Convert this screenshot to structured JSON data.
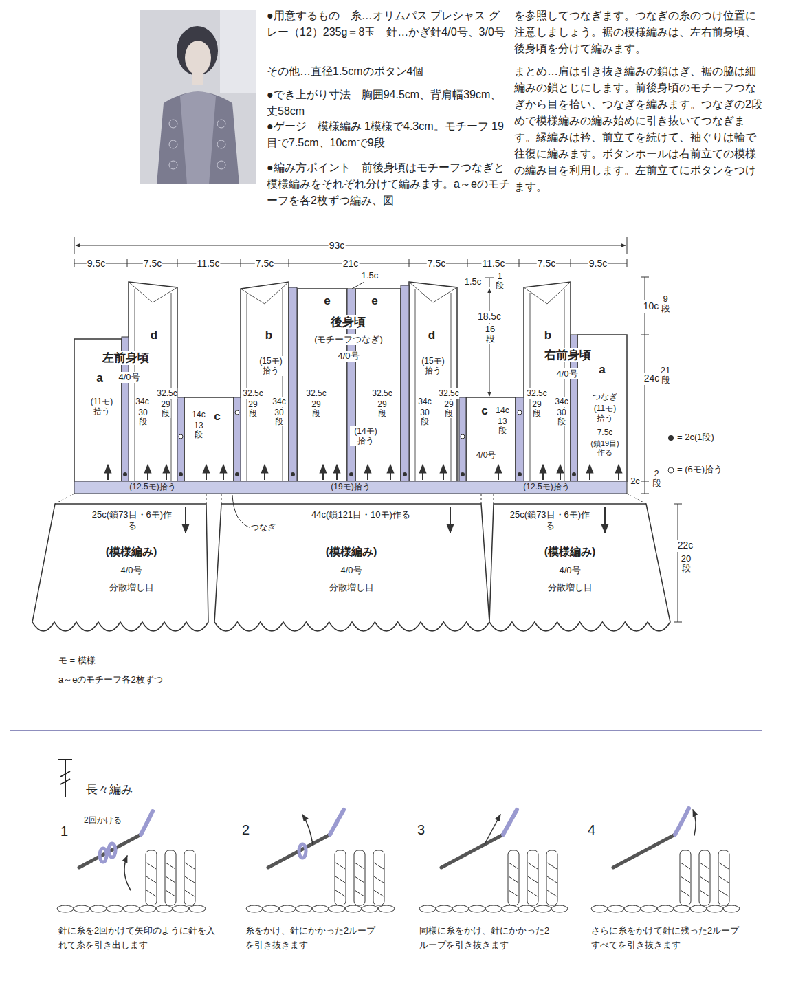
{
  "diagram": {
    "nodes": [
      {
        "text": [
          "a"
        ]
      },
      {
        "text": [
          "d"
        ]
      },
      {
        "text": [
          "c"
        ]
      },
      {
        "text": [
          "b"
        ]
      },
      {
        "text": [
          "e"
        ]
      },
      {
        "text": [
          "e"
        ]
      },
      {
        "text": [
          "d"
        ]
      },
      {
        "text": [
          "c"
        ]
      },
      {
        "text": [
          "b"
        ]
      },
      {
        "text": [
          "a"
        ]
      },
      {
        "text": [
          "(模様編み)",
          "4/0号",
          "分散増し目"
        ]
      },
      {
        "text": [
          "(模様編み)",
          "4/0号",
          "分散増し目"
        ]
      },
      {
        "text": [
          "(模様編み)",
          "4/0号",
          "分散増し目"
        ]
      }
    ],
    "labels": [
      "●用意するもの　糸…オリムパス プレシャス グレー（12）235g＝8玉　針…かぎ針4/0号、3/0号",
      "その他…直径1.5cmのボタン4個",
      "●でき上がり寸法　胸囲94.5cm、背肩幅39cm、丈58cm",
      "●ゲージ　模様編み 1模様で4.3cm。モチーフ 19目で7.5cm、10cmで9段",
      "●編み方ポイント　前後身頃はモチーフつなぎと模様編みをそれぞれ分けて編みます。a～eのモチーフを各2枚ずつ編み、図",
      "を参照してつなぎます。つなぎの糸のつけ位置に注意しましょう。裾の模様編みは、左右前身頃、後身頃を分けて編みます。",
      "まとめ…肩は引き抜き編みの鎖はぎ、裾の脇は細編みの鎖とじにします。前後身頃のモチーフつなぎから目を拾い、つなぎを編みます。つなぎの2段めで模様編みの編み始めに引き抜いてつなぎます。縁編みは衿、前立てを続けて、袖ぐりは輪で往復に編みます。ボタンホールは右前立ての模様の編み目を利用します。左前立てにボタンをつけます。",
      "93c",
      "9.5c",
      "7.5c",
      "11.5c",
      "7.5c",
      "21c",
      "7.5c",
      "11.5c",
      "7.5c",
      "9.5c",
      "1.5c",
      "1.5c",
      "1段",
      "18.5c",
      "16段",
      "10c",
      "9段",
      "24c",
      "21段",
      "2c",
      "2段",
      "22c",
      "20段",
      "左前身頃",
      "4/0号",
      "(11モ)拾う",
      "34c",
      "30段",
      "32.5c",
      "29段",
      "14c",
      "13段",
      "(15モ)拾う",
      "32.5c",
      "29段",
      "34c",
      "30段",
      "後身頃",
      "(モチーフつなぎ)",
      "4/0号",
      "32.5c",
      "29段",
      "32.5c",
      "29段",
      "(14モ)拾う",
      "(15モ)拾う",
      "34c",
      "30段",
      "32.5c",
      "29段",
      "14c",
      "13段",
      "4/0号",
      "32.5c",
      "29段",
      "34c",
      "30段",
      "右前身頃",
      "4/0号",
      "つなぎ",
      "(11モ)拾う",
      "7.5c",
      "(鎖19目)作る",
      "(12.5モ)拾う",
      "(19モ)拾う",
      "(12.5モ)拾う",
      "25c(鎖73目・6モ)作る",
      "44c(鎖121目・10モ)作る",
      "25c(鎖73目・6モ)作る",
      "つなぎ",
      "モ = 模様",
      "a～eのモチーフ各2枚ずつ",
      "長々編み",
      "1",
      "2回かける",
      "2",
      "3",
      "4",
      "針に糸を2回かけて矢印のように針を入れて糸を引き出します",
      "糸をかけ、針にかかった2ループを引き抜きます",
      "同様に糸をかけ、針にかかった2ループを引き抜きます",
      "さらに糸をかけて針に残った2ループすべてを引き抜きます"
    ],
    "legend": [
      {
        "text": "= 2c(1段)"
      },
      {
        "text": "= (6モ)拾う"
      }
    ]
  }
}
